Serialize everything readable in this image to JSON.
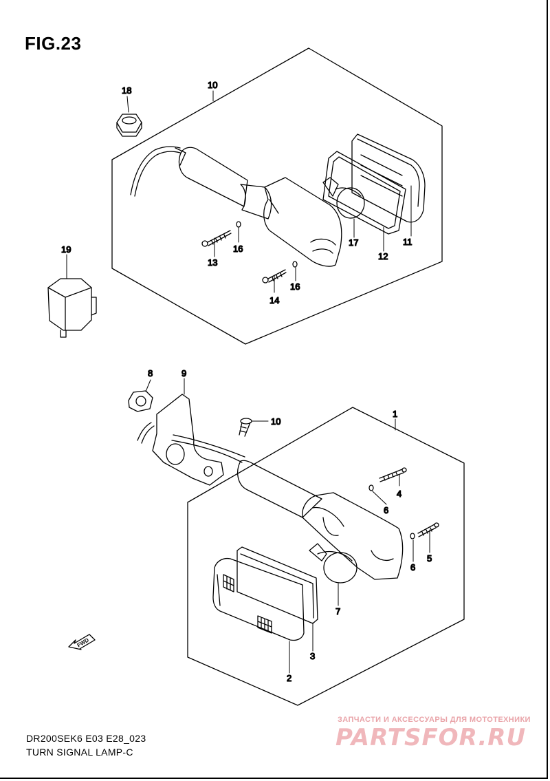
{
  "figure": {
    "title": "FIG.23",
    "model_code": "DR200SEK6 E03 E28_023",
    "name": "TURN SIGNAL LAMP-C"
  },
  "callouts": [
    "1",
    "2",
    "3",
    "4",
    "5",
    "6",
    "6",
    "7",
    "8",
    "9",
    "10",
    "11",
    "12",
    "13",
    "14",
    "15",
    "16",
    "16",
    "17",
    "18",
    "19"
  ],
  "direction_marker": "FWD",
  "watermark": {
    "tagline": "ЗАПЧАСТИ И АКСЕССУАРЫ ДЛЯ МОТОТЕХНИКИ",
    "logo": "PARTSFOR.RU",
    "color": "#f0b7bb"
  }
}
